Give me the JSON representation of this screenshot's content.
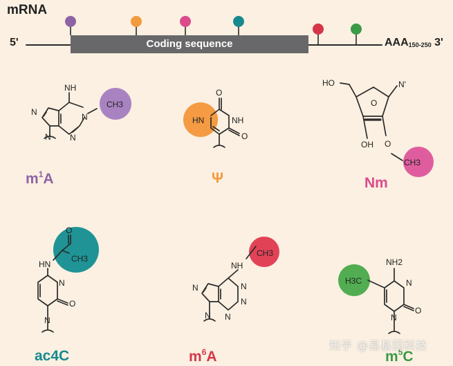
{
  "title": "mRNA",
  "mrna": {
    "five_prime": "5'",
    "coding_label": "Coding sequence",
    "polya_base": "AAA",
    "polya_range": "150-250",
    "three_prime": "3'"
  },
  "modifications": [
    {
      "id": "m1a",
      "pre": "m",
      "sup": "1",
      "post": "A",
      "color": "#8e63a6"
    },
    {
      "id": "psi",
      "pre": "Ψ",
      "sup": "",
      "post": "",
      "color": "#f29a3d"
    },
    {
      "id": "nm",
      "pre": "Nm",
      "sup": "",
      "post": "",
      "color": "#dc4a8c"
    },
    {
      "id": "ac4c",
      "pre": "ac4C",
      "sup": "",
      "post": "",
      "color": "#168a8e"
    },
    {
      "id": "m6a",
      "pre": "m",
      "sup": "6",
      "post": "A",
      "color": "#d63548"
    },
    {
      "id": "m5c",
      "pre": "m",
      "sup": "5",
      "post": "C",
      "color": "#3a9a46"
    }
  ],
  "pin_colors": [
    "#8e63a6",
    "#f29a3d",
    "#dc4a8c",
    "#168a8e",
    "#d63548",
    "#3a9a46"
  ],
  "atoms": {
    "imine": "NH",
    "ch3": "CH3",
    "n": "N",
    "hn": "HN",
    "o": "O",
    "ho": "HO",
    "oh": "OH",
    "n_prime": "N'",
    "nh": "NH",
    "nh2": "NH2",
    "h3c": "H3C"
  },
  "watermark": "知乎 @易基因科技"
}
